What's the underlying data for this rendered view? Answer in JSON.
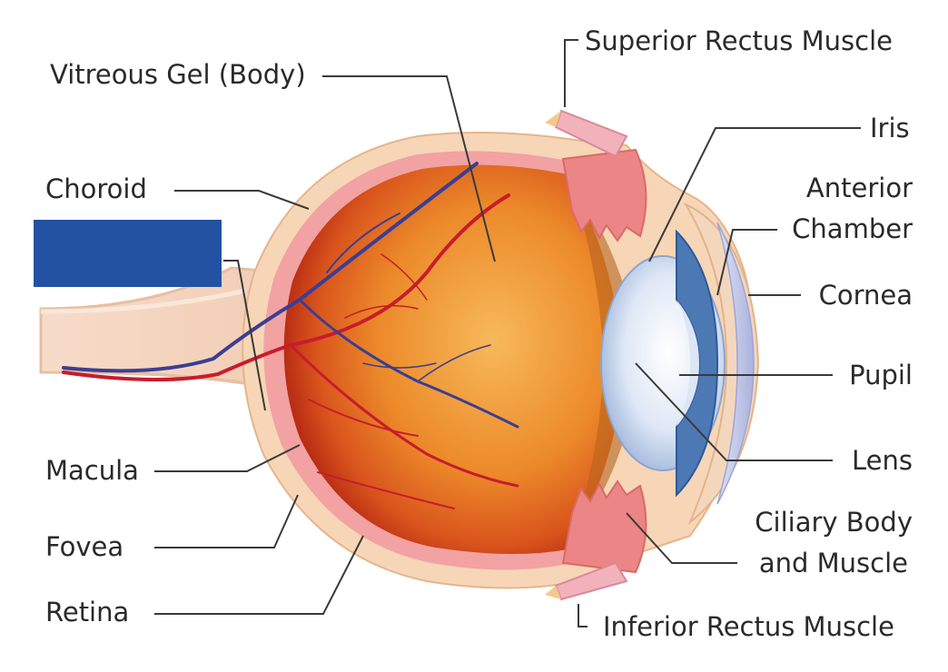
{
  "diagram": {
    "labels": {
      "vitreous": "Vitreous Gel (Body)",
      "choroid": "Choroid",
      "macula": "Macula",
      "fovea": "Fovea",
      "retina": "Retina",
      "superior_rectus": "Superior Rectus Muscle",
      "iris": "Iris",
      "anterior_chamber_1": "Anterior",
      "anterior_chamber_2": "Chamber",
      "cornea": "Cornea",
      "pupil": "Pupil",
      "lens": "Lens",
      "ciliary_1": "Ciliary Body",
      "ciliary_2": "and Muscle",
      "inferior_rectus": "Inferior Rectus Muscle"
    },
    "masked_label_color": "#2352a3"
  }
}
